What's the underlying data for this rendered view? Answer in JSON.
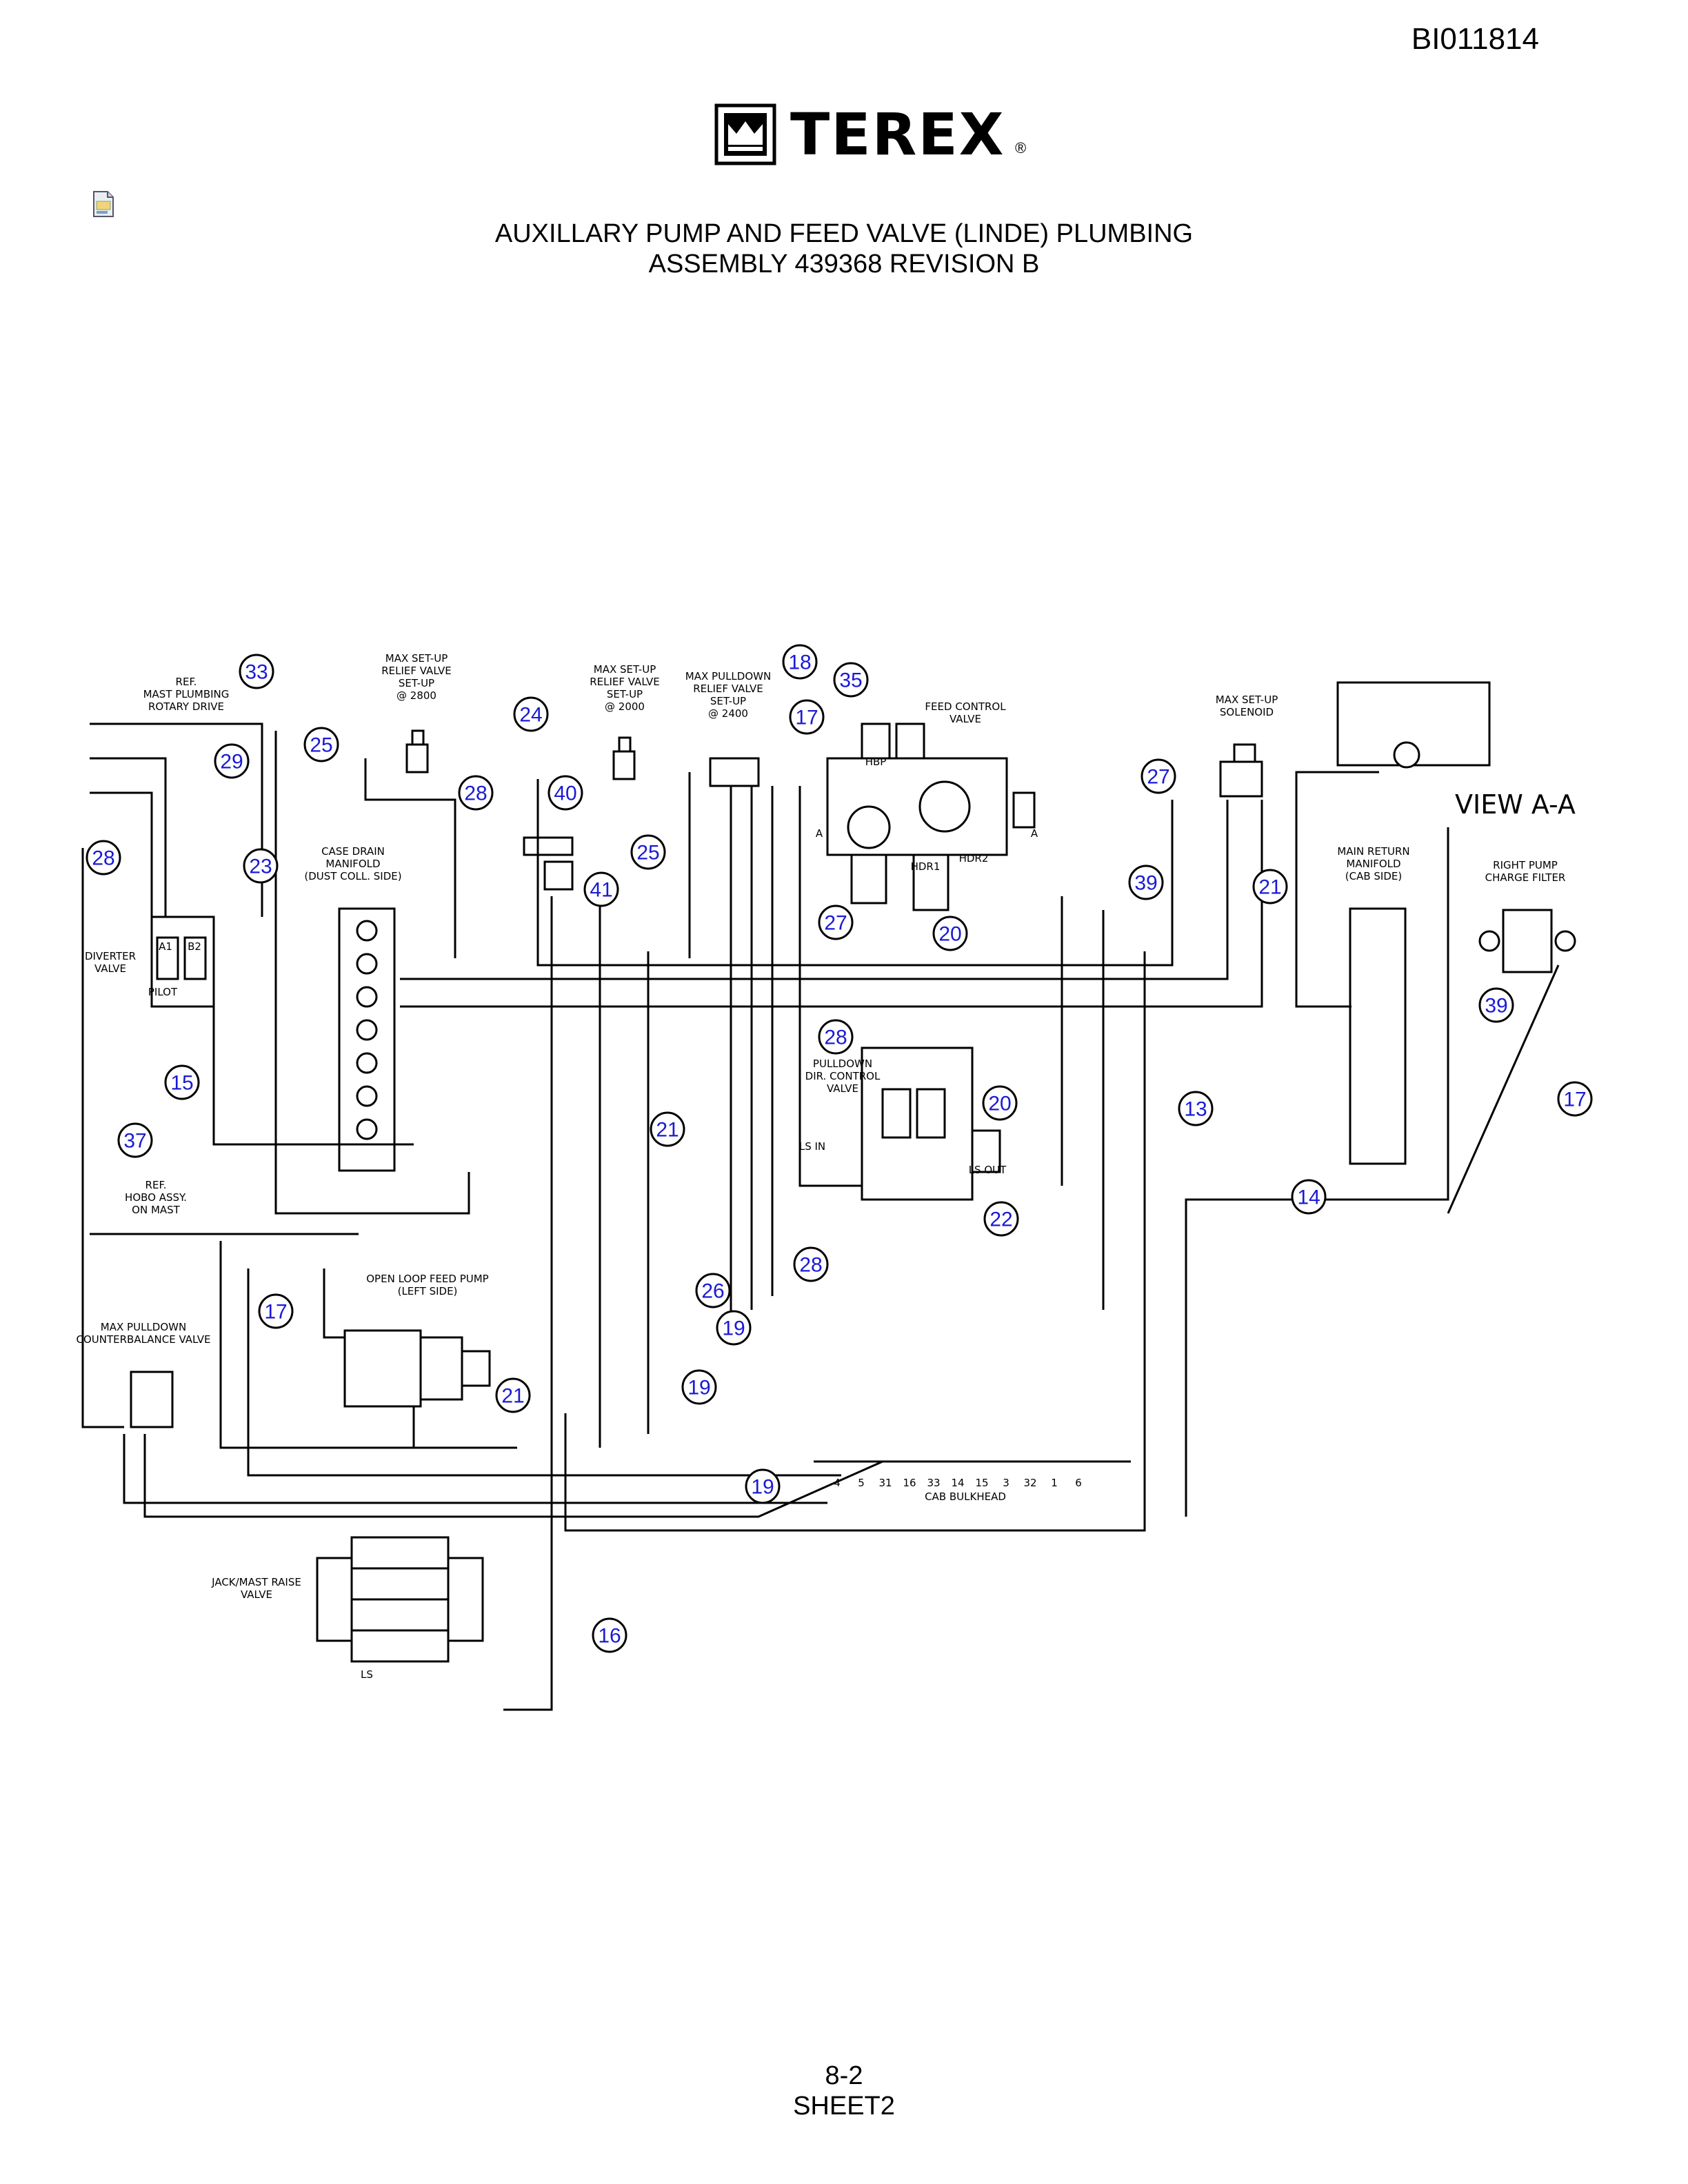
{
  "header": {
    "doc_id": "BI011814",
    "logo_text": "TEREX",
    "logo_reg": "®"
  },
  "title": {
    "line1": "AUXILLARY PUMP AND FEED VALVE (LINDE) PLUMBING",
    "line2": "ASSEMBLY 439368 REVISION B"
  },
  "footer": {
    "page": "8-2",
    "sheet": "SHEET2"
  },
  "icons": {
    "doc_icon": "document-icon"
  },
  "diagram": {
    "callouts": [
      "33",
      "18",
      "35",
      "25",
      "24",
      "17",
      "29",
      "28",
      "40",
      "27",
      "28",
      "23",
      "25",
      "41",
      "39",
      "21",
      "27",
      "20",
      "39",
      "28",
      "15",
      "20",
      "13",
      "17",
      "37",
      "21",
      "14",
      "22",
      "28",
      "26",
      "17",
      "19",
      "19",
      "21",
      "19",
      "16"
    ],
    "labels": {
      "mast_plumbing": [
        "REF.",
        "MAST PLUMBING",
        "ROTARY DRIVE"
      ],
      "relief_2800": [
        "MAX SET-UP",
        "RELIEF VALVE",
        "SET-UP",
        "@ 2800"
      ],
      "relief_2000": [
        "MAX SET-UP",
        "RELIEF VALVE",
        "SET-UP",
        "@ 2000"
      ],
      "pulldown_relief": [
        "MAX PULLDOWN",
        "RELIEF VALVE",
        "SET-UP",
        "@ 2400"
      ],
      "feed_control": [
        "FEED CONTROL",
        "VALVE"
      ],
      "solenoid": [
        "MAX SET-UP",
        "SOLENOID"
      ],
      "view": "VIEW A-A",
      "case_drain": [
        "CASE DRAIN",
        "MANIFOLD",
        "(DUST COLL. SIDE)"
      ],
      "main_return": [
        "MAIN RETURN",
        "MANIFOLD",
        "(CAB SIDE)"
      ],
      "charge_filter": [
        "RIGHT PUMP",
        "CHARGE FILTER"
      ],
      "diverter": [
        "DIVERTER",
        "VALVE"
      ],
      "pulldown_dir": [
        "PULLDOWN",
        "DIR. CONTROL",
        "VALVE"
      ],
      "hobo": [
        "REF.",
        "HOBO ASSY.",
        "ON MAST"
      ],
      "open_loop": [
        "OPEN LOOP FEED PUMP",
        "(LEFT SIDE)"
      ],
      "counterbalance": [
        "MAX PULLDOWN",
        "COUNTERBALANCE VALVE"
      ],
      "jack_valve": [
        "JACK/MAST RAISE",
        "VALVE"
      ],
      "cab_bulkhead": "CAB BULKHEAD",
      "bulkhead_ports": [
        "4",
        "5",
        "31",
        "16",
        "33",
        "14",
        "15",
        "3",
        "32",
        "1",
        "6"
      ],
      "ports": [
        "A",
        "A",
        "HBP",
        "HDR1",
        "HDR2",
        "A1",
        "B2",
        "PILOT",
        "LS IN",
        "LS OUT",
        "LS"
      ]
    }
  }
}
